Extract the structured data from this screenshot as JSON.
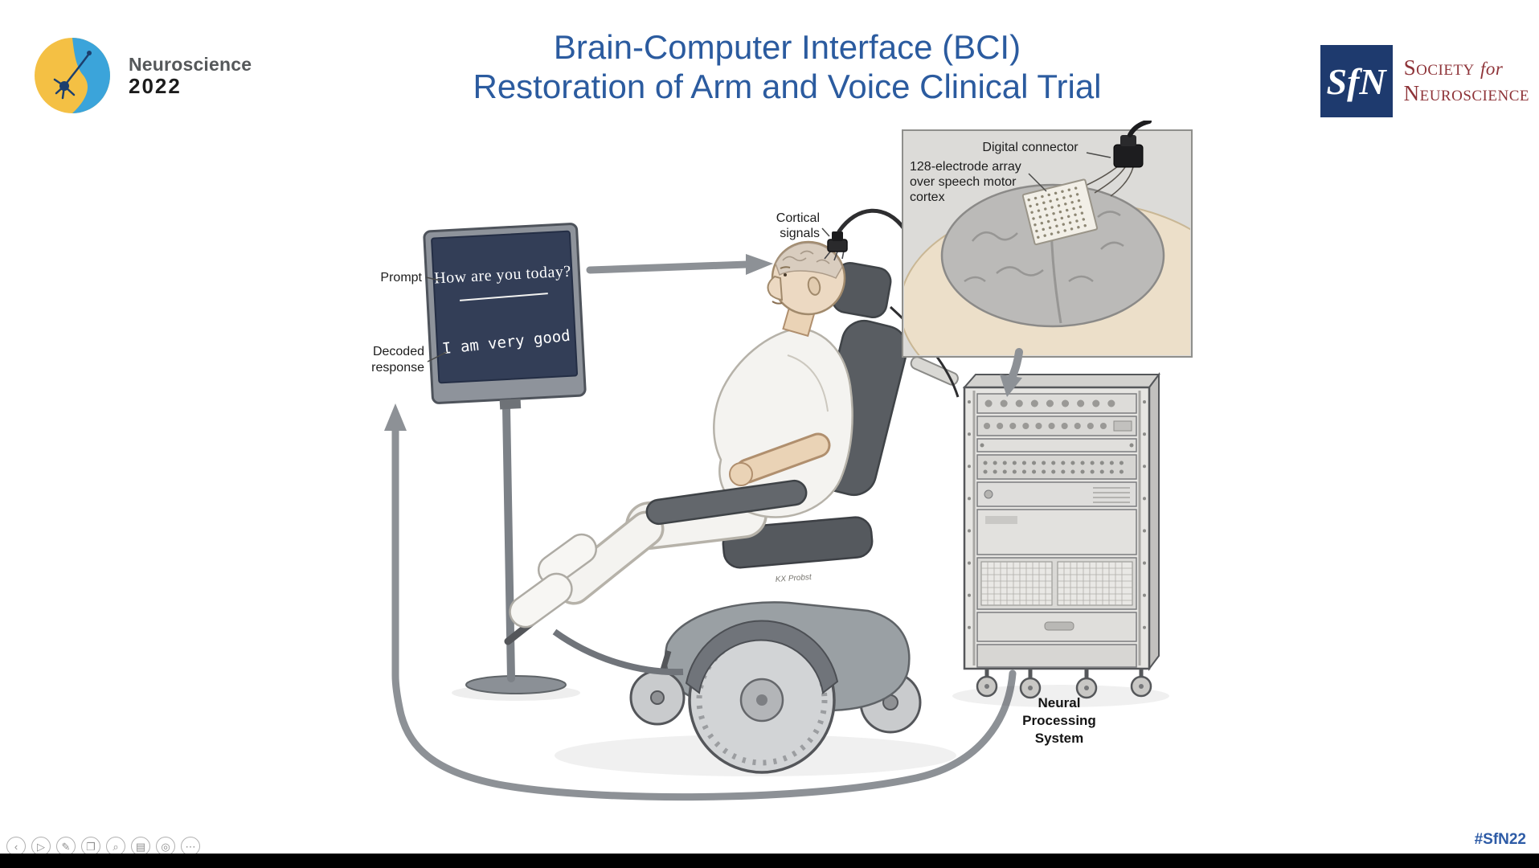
{
  "header": {
    "title_line1": "Brain-Computer Interface (BCI)",
    "title_line2": "Restoration of Arm and Voice Clinical Trial",
    "neuro_logo": {
      "line1": "Neuroscience",
      "line2": "2022"
    },
    "sfn_logo": {
      "monogram": "SfN",
      "org_word1": "Society",
      "org_word2": "for",
      "org_line2": "Neuroscience"
    }
  },
  "diagram": {
    "monitor": {
      "prompt_text": "How are you today?",
      "response_text": "I am very good"
    },
    "labels": {
      "prompt": "Prompt",
      "decoded_line1": "Decoded",
      "decoded_line2": "response",
      "cortical_line1": "Cortical",
      "cortical_line2": "signals",
      "digital_connector": "Digital connector",
      "array_line1": "128-electrode array",
      "array_line2": "over speech motor",
      "array_line3": "cortex",
      "nps_line1": "Neural",
      "nps_line2": "Processing",
      "nps_line3": "System"
    },
    "signature": "KX Probst"
  },
  "footer": {
    "hashtag": "#SfN22",
    "toolbar_icons": [
      {
        "name": "previous",
        "glyph": "‹"
      },
      {
        "name": "play",
        "glyph": "▷"
      },
      {
        "name": "pen",
        "glyph": "✎"
      },
      {
        "name": "copy",
        "glyph": "❐"
      },
      {
        "name": "zoom",
        "glyph": "⌕"
      },
      {
        "name": "slides",
        "glyph": "▤"
      },
      {
        "name": "pointer",
        "glyph": "◎"
      },
      {
        "name": "more",
        "glyph": "⋯"
      }
    ]
  },
  "colors": {
    "title_blue": "#2b5b9f",
    "sfn_navy": "#1e3a6e",
    "sfn_red": "#8e3338",
    "arrow_gray": "#8d9196",
    "screen_navy": "#333e57",
    "hashtag_blue": "#2d5ba6"
  }
}
